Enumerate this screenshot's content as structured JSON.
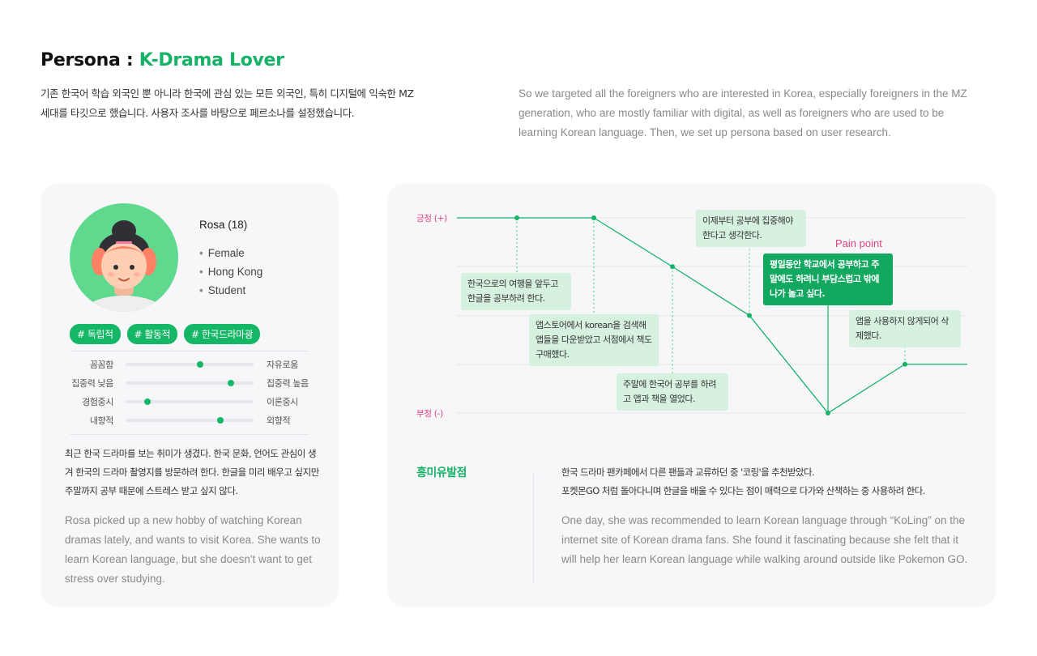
{
  "header": {
    "title_prefix": "Persona : ",
    "title_accent": "K-Drama Lover"
  },
  "intro": {
    "ko": "기존 한국어 학습 외국인 뿐 아니라 한국에 관심 있는 모든 외국인, 특히 디지털에 익숙한 MZ세대를 타깃으로 했습니다. 사용자 조사를 바탕으로 페르소나를 설정했습니다.",
    "en": "So we targeted all the foreigners who are interested in Korea, especially foreigners in the MZ generation, who are mostly familiar with digital, as well as foreigners who are used to be learning Korean language. Then, we set up persona based on user research."
  },
  "persona": {
    "name": "Rosa (18)",
    "attributes": [
      "Female",
      "Hong Kong",
      "Student"
    ],
    "tags": [
      "# 독립적",
      "# 활동적",
      "# 한국드라마광"
    ],
    "traits": [
      {
        "left": "꼼꼼함",
        "right": "자유로움",
        "value": 0.58
      },
      {
        "left": "집중력 낮음",
        "right": "집중력 높음",
        "value": 0.82
      },
      {
        "left": "경험중시",
        "right": "이론중시",
        "value": 0.17
      },
      {
        "left": "내향적",
        "right": "외향적",
        "value": 0.74
      }
    ],
    "story_ko": "최근 한국 드라마를 보는 취미가 생겼다. 한국 문화, 언어도 관심이 생겨 한국의 드라마 촬영지를 방문하려 한다. 한글을 미리 배우고 싶지만 주말까지 공부 때문에 스트레스 받고 싶지 않다.",
    "story_en": "Rosa picked up a new hobby of watching Korean dramas lately, and wants to visit Korea. She wants to learn Korean language, but she doesn't want to get stress over studying."
  },
  "journey": {
    "positive_label": "긍정 (+)",
    "negative_label": "부정 (-)",
    "pain_label": "Pain point",
    "notes": [
      "한국으로의 여행을 앞두고 한글을 공부하려 한다.",
      "앱스토어에서 korean을 검색해 앱들을 다운받았고 서점에서 책도 구매했다.",
      "주말에 한국어 공부를 하려고 앱과 책을 열었다.",
      "이제부터 공부에 집중해야 한다고 생각한다.",
      "평일동안 학교에서 공부하고 주말에도 하려니 부담스럽고 밖에 나가 놀고 싶다.",
      "앱을 사용하지 않게되어 삭제했다."
    ],
    "levels": [
      1.0,
      1.0,
      1.0,
      0.75,
      0.5,
      0.0,
      0.25,
      0.25
    ]
  },
  "insight": {
    "title": "흥미유발점",
    "ko_line1": "한국 드라마 팬카페에서 다른 팬들과 교류하던 중 '코링'을 추천받았다.",
    "ko_line2": "포켓몬GO 처럼 돌아다니며 한글을 배울 수 있다는 점이 매력으로 다가와 산책하는 중 사용하려 한다.",
    "en": "One day, she was recommended to learn Korean language through “KoLing” on the internet site of Korean drama fans. She found it fascinating because she felt that it will help her learn Korean language while walking around outside like Pokemon GO."
  },
  "colors": {
    "accent": "#16b268",
    "pink": "#e0437d",
    "note_bg": "#d6f1df",
    "card_bg": "#f7f7f9"
  }
}
